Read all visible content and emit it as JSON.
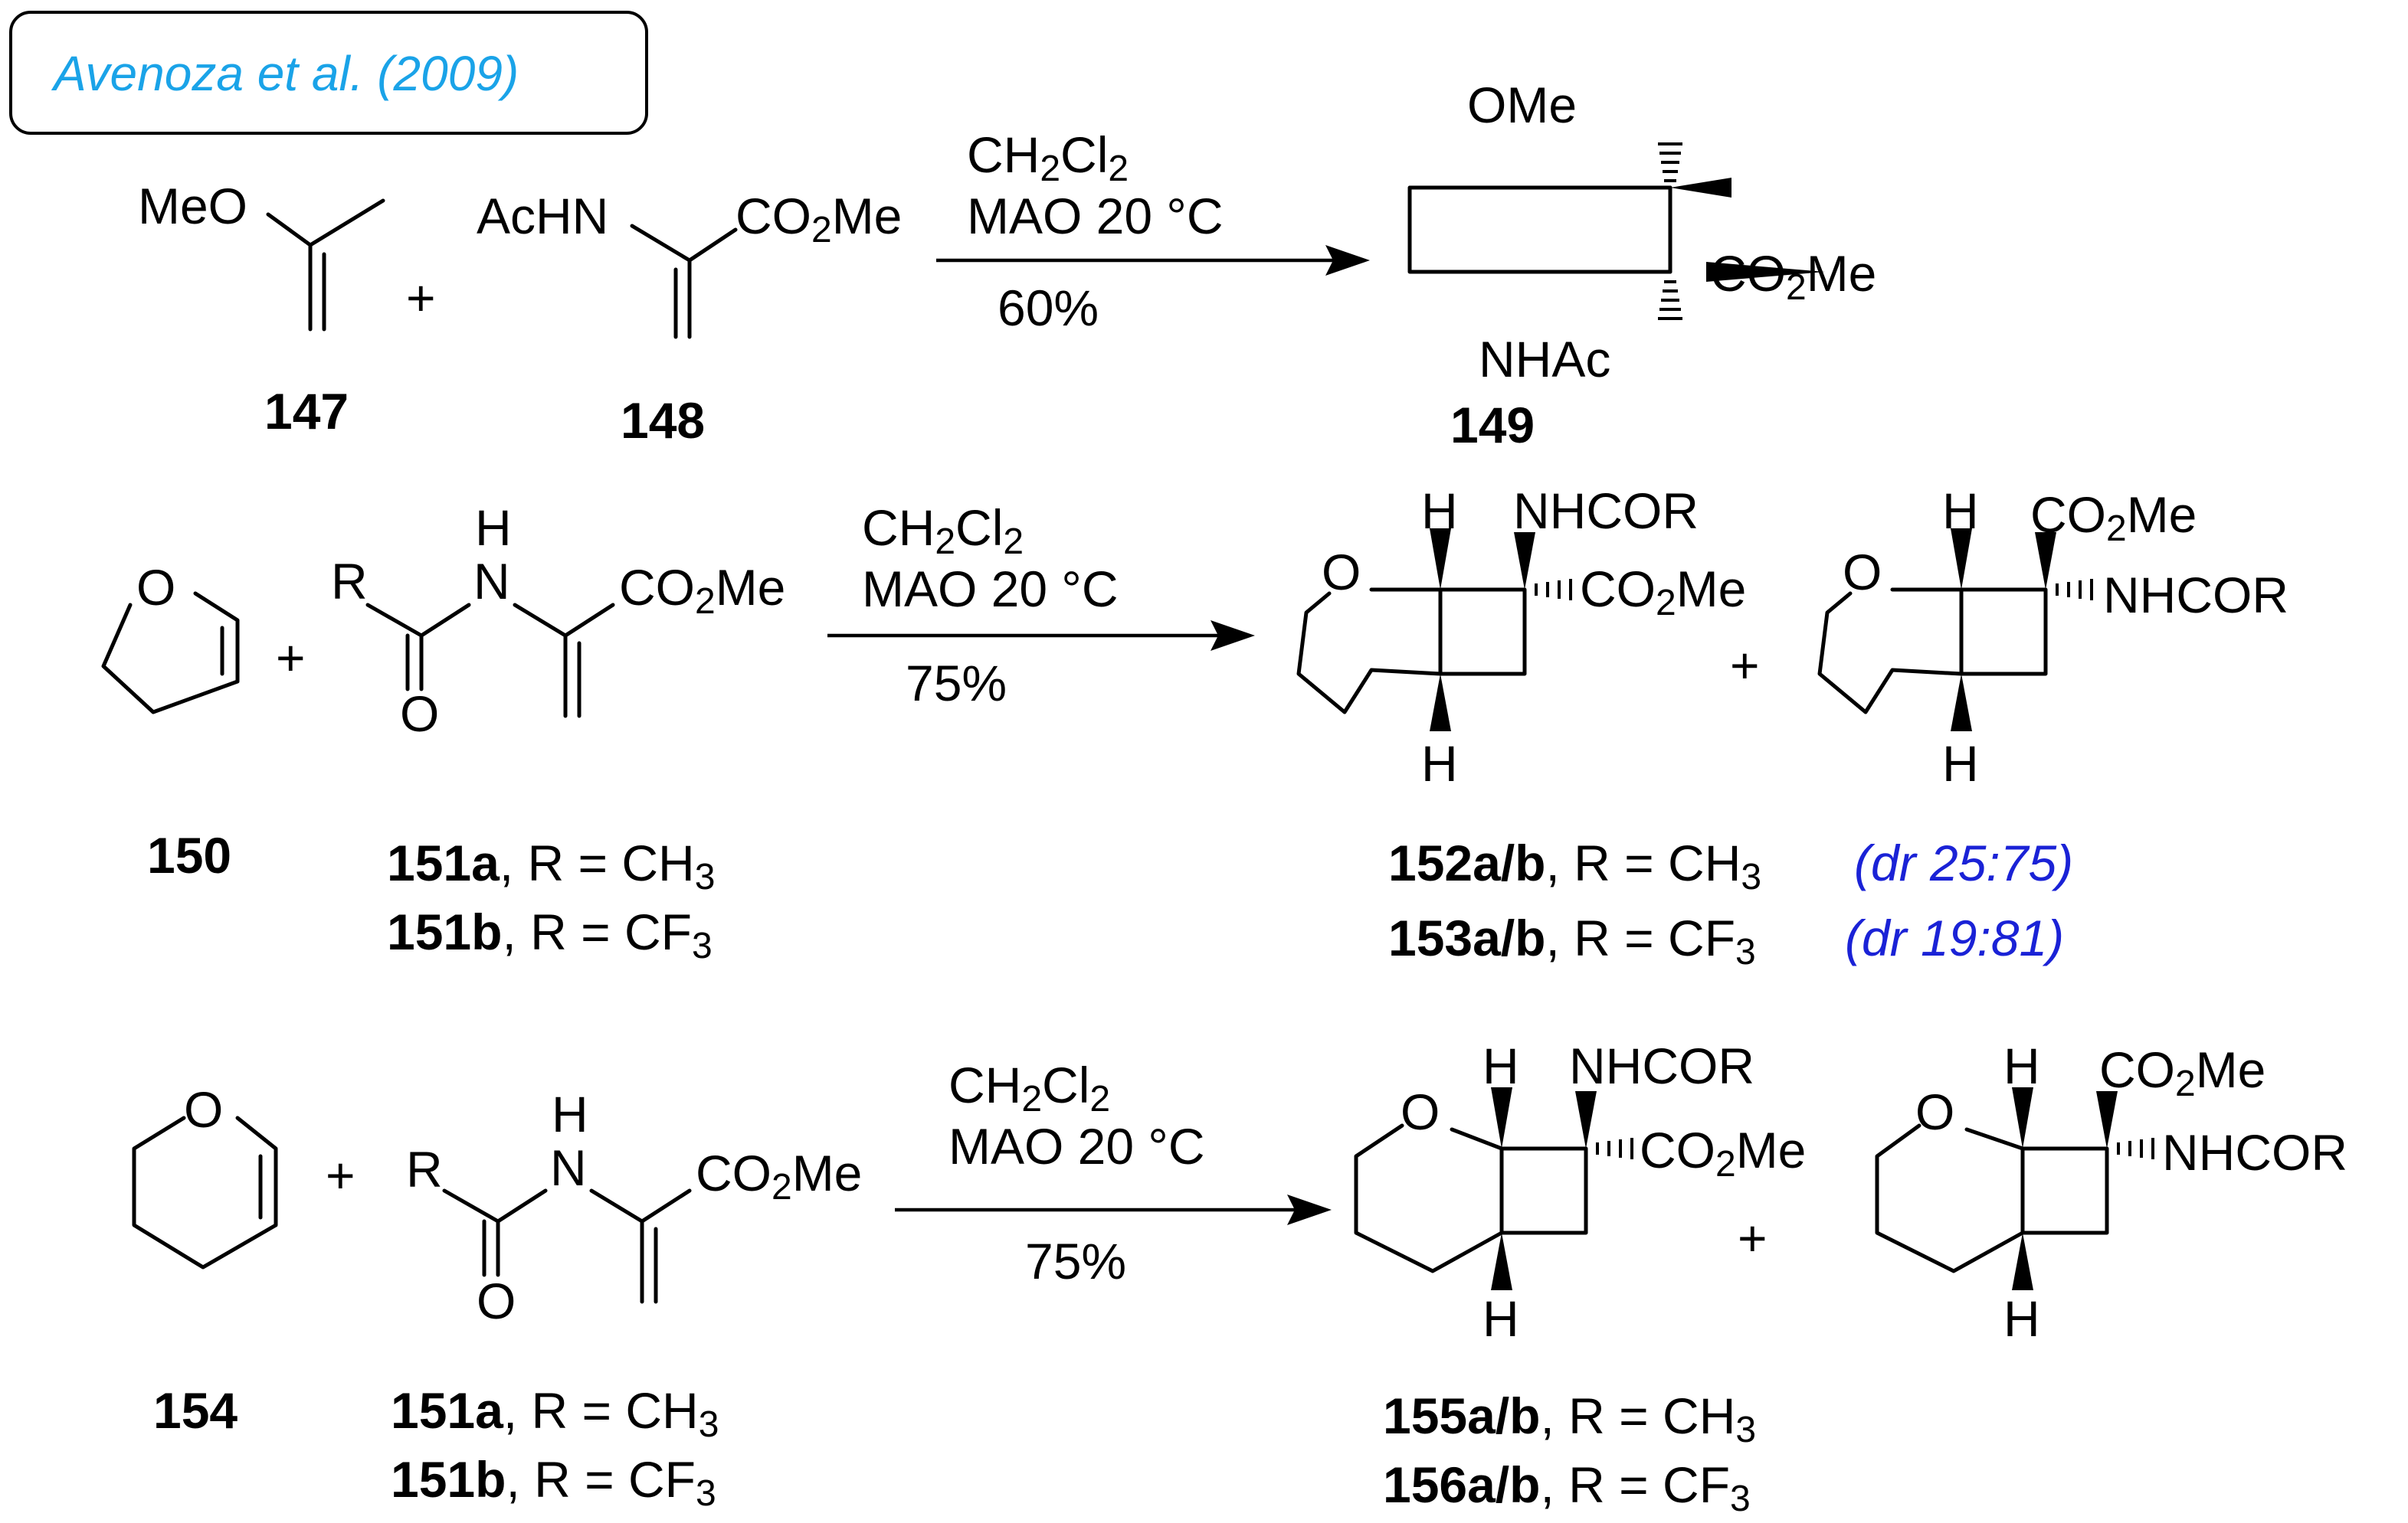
{
  "citation": "Avenoza et al. (2009)",
  "reactions": [
    {
      "conditions": {
        "solvent_pre": "CH",
        "solvent_sub1": "2",
        "solvent_mid": "Cl",
        "solvent_sub2": "2",
        "catalyst": "MAO 20 °C",
        "yield": "60%"
      },
      "reactant1": {
        "id": "147",
        "label": "MeO"
      },
      "reactant2": {
        "id": "148",
        "nh": "AcHN",
        "ester_pre": "CO",
        "ester_sub": "2",
        "ester_post": "Me"
      },
      "plus": "+",
      "product": {
        "id": "149",
        "ome": "OMe",
        "ester_pre": "CO",
        "ester_sub": "2",
        "ester_post": "Me",
        "nh": "NHAc"
      }
    },
    {
      "conditions": {
        "solvent_pre": "CH",
        "solvent_sub1": "2",
        "solvent_mid": "Cl",
        "solvent_sub2": "2",
        "catalyst": "MAO 20 °C",
        "yield": "75%"
      },
      "reactant1": {
        "id": "150",
        "o": "O"
      },
      "reactant2": {
        "r": "R",
        "h": "H",
        "n": "N",
        "o": "O",
        "ester_pre": "CO",
        "ester_sub": "2",
        "ester_post": "Me",
        "variants": [
          {
            "id": "151a",
            "text": ", R = CH",
            "sub": "3"
          },
          {
            "id": "151b",
            "text": ", R = CF",
            "sub": "3"
          }
        ]
      },
      "plus": "+",
      "product_a": {
        "o": "O",
        "h_top": "H",
        "h_bot": "H",
        "nhcor": "NHCOR",
        "ester_pre": "CO",
        "ester_sub": "2",
        "ester_post": "Me"
      },
      "product_b": {
        "o": "O",
        "h_top": "H",
        "h_bot": "H",
        "nhcor": "NHCOR",
        "ester_pre": "CO",
        "ester_sub": "2",
        "ester_post": "Me"
      },
      "labels": [
        {
          "id": "152a/b",
          "text": ", R = CH",
          "sub": "3",
          "dr": "(dr 25:75)"
        },
        {
          "id": "153a/b",
          "text": ", R = CF",
          "sub": "3",
          "dr": "(dr 19:81)"
        }
      ]
    },
    {
      "conditions": {
        "solvent_pre": "CH",
        "solvent_sub1": "2",
        "solvent_mid": "Cl",
        "solvent_sub2": "2",
        "catalyst": "MAO 20 °C",
        "yield": "75%"
      },
      "reactant1": {
        "id": "154",
        "o": "O"
      },
      "reactant2": {
        "r": "R",
        "h": "H",
        "n": "N",
        "o": "O",
        "ester_pre": "CO",
        "ester_sub": "2",
        "ester_post": "Me",
        "variants": [
          {
            "id": "151a",
            "text": ", R = CH",
            "sub": "3"
          },
          {
            "id": "151b",
            "text": ", R = CF",
            "sub": "3"
          }
        ]
      },
      "plus": "+",
      "product_a": {
        "o": "O",
        "h_top": "H",
        "h_bot": "H",
        "nhcor": "NHCOR",
        "ester_pre": "CO",
        "ester_sub": "2",
        "ester_post": "Me"
      },
      "product_b": {
        "o": "O",
        "h_top": "H",
        "h_bot": "H",
        "nhcor": "NHCOR",
        "ester_pre": "CO",
        "ester_sub": "2",
        "ester_post": "Me"
      },
      "labels": [
        {
          "id": "155a/b",
          "text": ", R = CH",
          "sub": "3"
        },
        {
          "id": "156a/b",
          "text": ", R = CF",
          "sub": "3"
        }
      ]
    }
  ]
}
